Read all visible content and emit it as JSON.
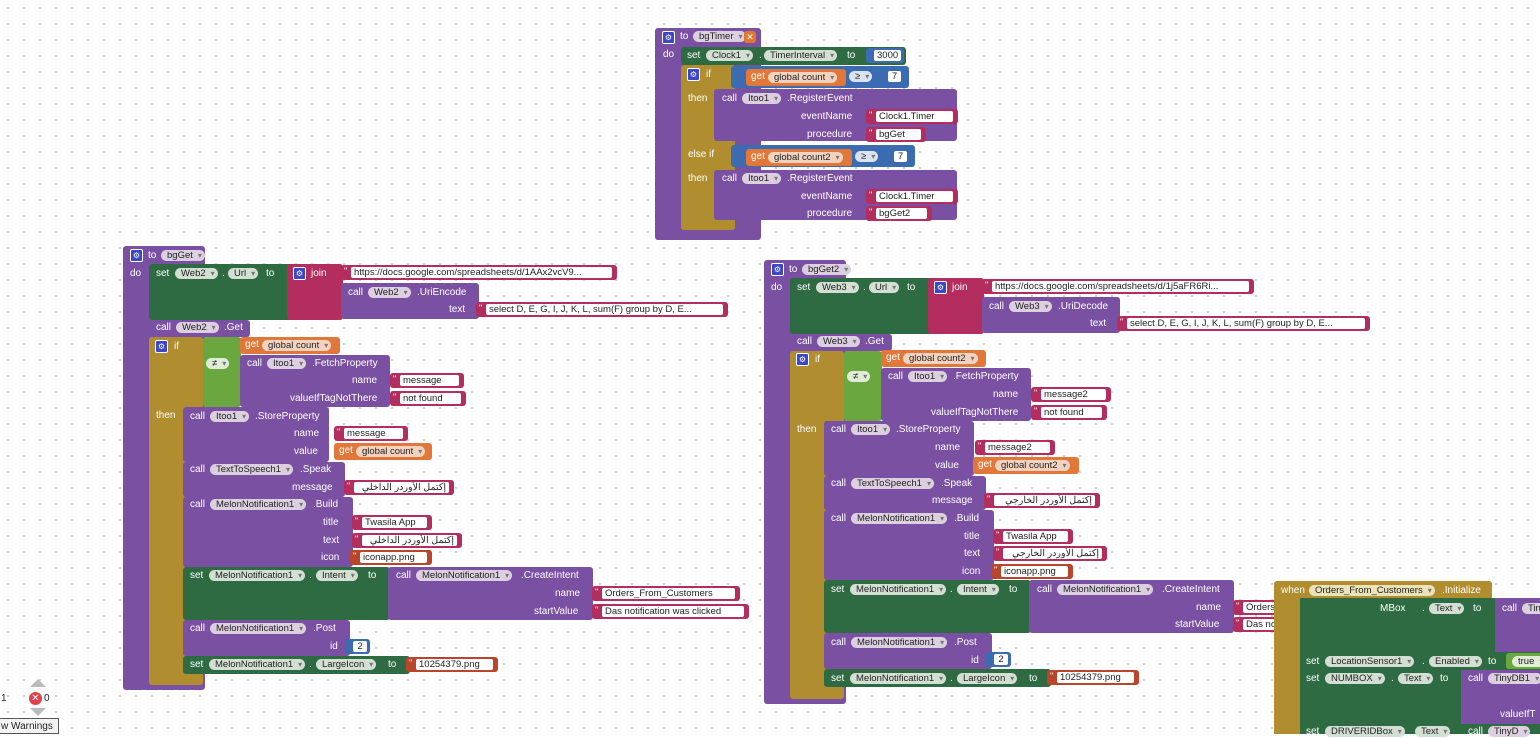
{
  "warnings": {
    "warning_count": "1",
    "error_count": "0",
    "toggle_label": "w Warnings"
  },
  "kw": {
    "to": "to",
    "do": "do",
    "set": "set",
    "dot": ".",
    "call": "call",
    "get": "get",
    "if": "if",
    "then": "then",
    "else_if": "else if",
    "join": "join",
    "when": "when"
  },
  "bgTimer": {
    "name": "bgTimer",
    "clock": "Clock1",
    "prop": "TimerInterval",
    "interval": "3000",
    "cond1_var": "global count",
    "cond2_var": "global count2",
    "op": "≥",
    "cond_value": "7",
    "component": "Itoo1",
    "method": ".RegisterEvent",
    "arg_event": "eventName",
    "arg_proc": "procedure",
    "event_value": "Clock1.Timer",
    "proc1": "bgGet",
    "proc2": "bgGet2"
  },
  "bgGet": {
    "name": "bgGet",
    "web": "Web2",
    "url_prop": "Url",
    "url_text": "https://docs.google.com/spreadsheets/d/1AAx2vcV9...",
    "encode_method": ".UriEncode",
    "arg_text": "text",
    "query": "select D, E, G, I, J, K, L, sum(F) group by D, E...",
    "get_method": ".Get",
    "if_var": "global count",
    "neq": "≠",
    "itoo": "Itoo1",
    "fetch_method": ".FetchProperty",
    "arg_name": "name",
    "arg_notthere": "valueIfTagNotThere",
    "msg_name": "message",
    "not_found": "not found",
    "store_method": ".StoreProperty",
    "arg_value": "value",
    "tts": "TextToSpeech1",
    "speak_method": ".Speak",
    "arg_message": "message",
    "speak_text": "إكتمل الأوردر الداخلي",
    "notif": "MelonNotification1",
    "build_method": ".Build",
    "arg_title": "title",
    "title_value": "Twasila App",
    "arg_text2": "text",
    "text_value": "إكتمل الأوردر الداخلي",
    "arg_icon": "icon",
    "icon_value": "iconapp.png",
    "intent_prop": "Intent",
    "create_intent": ".CreateIntent",
    "arg_start": "startValue",
    "intent_name": "Orders_From_Customers",
    "start_value": "Das notification was clicked",
    "post_method": ".Post",
    "arg_id": "id",
    "id_value": "2",
    "large_icon_prop": "LargeIcon",
    "large_icon_value": "10254379.png"
  },
  "bgGet2": {
    "name": "bgGet2",
    "web": "Web3",
    "url_prop": "Url",
    "url_text": "https://docs.google.com/spreadsheets/d/1j5aFR6Ri...",
    "decode_method": ".UriDecode",
    "arg_text": "text",
    "query": "select D, E, G, I, J, K, L, sum(F) group by D, E...",
    "get_method": ".Get",
    "if_var": "global count2",
    "neq": "≠",
    "itoo": "Itoo1",
    "fetch_method": ".FetchProperty",
    "arg_name": "name",
    "arg_notthere": "valueIfTagNotThere",
    "msg_name": "message2",
    "not_found": "not found",
    "store_method": ".StoreProperty",
    "arg_value": "value",
    "tts": "TextToSpeech1",
    "speak_method": ".Speak",
    "arg_message": "message",
    "speak_text": "إكتمل الأوردر الخارجي",
    "notif": "MelonNotification1",
    "build_method": ".Build",
    "arg_title": "title",
    "title_value": "Twasila App",
    "arg_text2": "text",
    "text_value": "إكتمل الأوردر الخارجي",
    "arg_icon": "icon",
    "icon_value": "iconapp.png",
    "intent_prop": "Intent",
    "create_intent": ".CreateIntent",
    "arg_start": "startValue",
    "intent_name": "Orders_From_Customers",
    "start_value": "Das notification was clicked",
    "post_method": ".Post",
    "arg_id": "id",
    "id_value": "2",
    "large_icon_prop": "LargeIcon",
    "large_icon_value": "10254379.png"
  },
  "init": {
    "screen": "Orders_From_Customers",
    "event": ".Initialize",
    "mbox": "MBox",
    "text_prop": "Text",
    "tin": "Tin",
    "location": "LocationSensor1",
    "enabled": "Enabled",
    "true_value": "true",
    "numbox": "NUMBOX",
    "tinydb": "TinyDB1",
    "value_if": "valueIfT",
    "driver": "DRIVERIDBox",
    "tiny_partial": "TinyD"
  }
}
